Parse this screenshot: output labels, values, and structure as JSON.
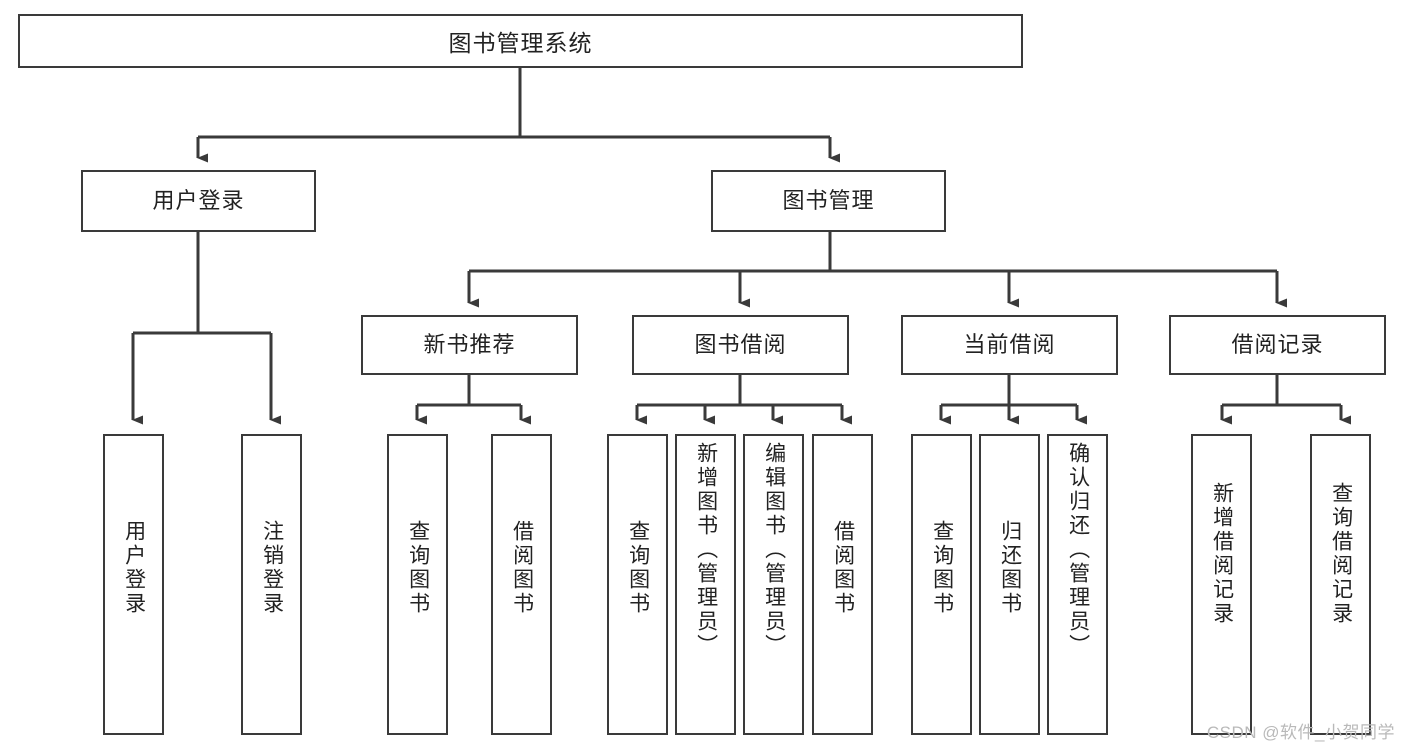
{
  "diagram": {
    "title": "图书管理系统",
    "watermark": "CSDN @软件_小贺同学",
    "type": "hierarchy-tree",
    "root": {
      "label": "图书管理系统"
    },
    "level2": [
      {
        "label": "用户登录"
      },
      {
        "label": "图书管理"
      }
    ],
    "level3": [
      {
        "label": "新书推荐"
      },
      {
        "label": "图书借阅"
      },
      {
        "label": "当前借阅"
      },
      {
        "label": "借阅记录"
      }
    ],
    "leaves": {
      "user_login": [
        {
          "label": "用户登录"
        },
        {
          "label": "注销登录"
        }
      ],
      "new_book": [
        {
          "label": "查询图书"
        },
        {
          "label": "借阅图书"
        }
      ],
      "borrow": [
        {
          "label": "查询图书"
        },
        {
          "label": "新增图书（管理员）"
        },
        {
          "label": "编辑图书（管理员）"
        },
        {
          "label": "借阅图书"
        }
      ],
      "current": [
        {
          "label": "查询图书"
        },
        {
          "label": "归还图书"
        },
        {
          "label": "确认归还（管理员）"
        }
      ],
      "records": [
        {
          "label": "新增借阅记录"
        },
        {
          "label": "查询借阅记录"
        }
      ]
    },
    "colors": {
      "stroke": "#3a3a3a",
      "fill": "#ffffff",
      "text": "#222222",
      "watermark": "#b9b9b9"
    }
  }
}
